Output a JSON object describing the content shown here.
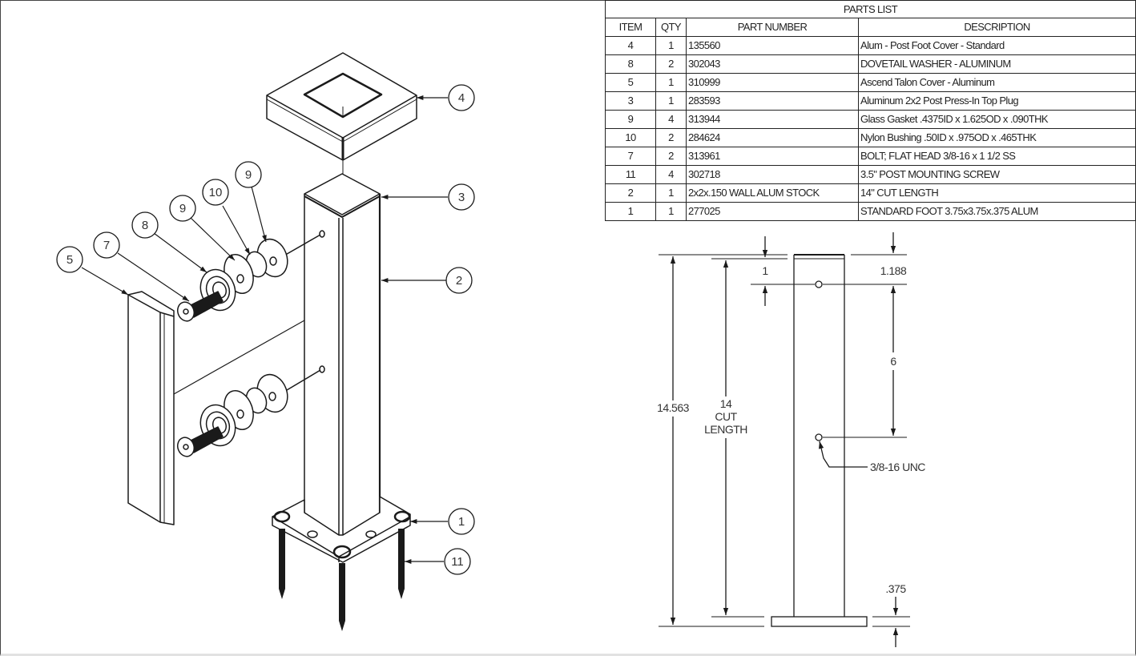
{
  "parts_list": {
    "title": "PARTS LIST",
    "columns": [
      "ITEM",
      "QTY",
      "PART NUMBER",
      "DESCRIPTION"
    ],
    "rows": [
      {
        "item": "4",
        "qty": "1",
        "part_number": "135560",
        "description": "Alum - Post Foot Cover - Standard"
      },
      {
        "item": "8",
        "qty": "2",
        "part_number": "302043",
        "description": "DOVETAIL WASHER - ALUMINUM"
      },
      {
        "item": "5",
        "qty": "1",
        "part_number": "310999",
        "description": "Ascend Talon Cover - Aluminum"
      },
      {
        "item": "3",
        "qty": "1",
        "part_number": "283593",
        "description": "Aluminum 2x2 Post Press-In Top Plug"
      },
      {
        "item": "9",
        "qty": "4",
        "part_number": "313944",
        "description": "Glass Gasket .4375ID x 1.625OD x .090THK"
      },
      {
        "item": "10",
        "qty": "2",
        "part_number": "284624",
        "description": "Nylon Bushing .50ID x .975OD x .465THK"
      },
      {
        "item": "7",
        "qty": "2",
        "part_number": "313961",
        "description": "BOLT; FLAT HEAD 3/8-16 x 1 1/2 SS"
      },
      {
        "item": "11",
        "qty": "4",
        "part_number": "302718",
        "description": "3.5\" POST MOUNTING SCREW"
      },
      {
        "item": "2",
        "qty": "1",
        "part_number": "2x2x.150 WALL ALUM STOCK",
        "description": "14\" CUT LENGTH"
      },
      {
        "item": "1",
        "qty": "1",
        "part_number": "277025",
        "description": "STANDARD FOOT 3.75x3.75x.375 ALUM"
      }
    ]
  },
  "exploded_view": {
    "callouts": {
      "c4": "4",
      "c3": "3",
      "c2": "2",
      "c1": "1",
      "c11": "11",
      "c5": "5",
      "c7": "7",
      "c8": "8",
      "c9a": "9",
      "c10": "10",
      "c9b": "9"
    }
  },
  "dimension_view": {
    "overall_height": "14.563",
    "cut_length_value": "14",
    "cut_length_label_1": "CUT",
    "cut_length_label_2": "LENGTH",
    "top_offset_left": "1",
    "top_offset_right": "1.188",
    "hole_spacing": "6",
    "foot_thickness": ".375",
    "thread_note": "3/8-16 UNC"
  },
  "colors": {
    "line": "#1a1a1a",
    "text": "#333333",
    "background": "#ffffff"
  }
}
